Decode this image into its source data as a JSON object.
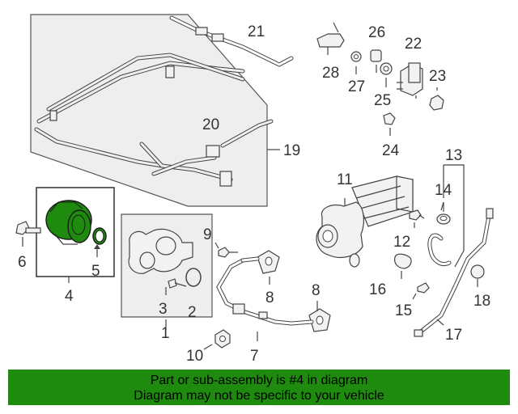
{
  "callouts": {
    "c1": "1",
    "c2": "2",
    "c3": "3",
    "c4": "4",
    "c5": "5",
    "c6": "6",
    "c7": "7",
    "c8a": "8",
    "c8b": "8",
    "c9": "9",
    "c10": "10",
    "c11": "11",
    "c12": "12",
    "c13": "13",
    "c14": "14",
    "c15": "15",
    "c16": "16",
    "c17": "17",
    "c18": "18",
    "c19": "19",
    "c20": "20",
    "c21": "21",
    "c22": "22",
    "c23": "23",
    "c24": "24",
    "c25": "25",
    "c26": "26",
    "c27": "27",
    "c28": "28"
  },
  "highlight_color": "#1e8a0e",
  "banner": {
    "line1": "Part or sub-assembly is #4 in diagram",
    "line2": "Diagram may not be specific to your vehicle"
  }
}
